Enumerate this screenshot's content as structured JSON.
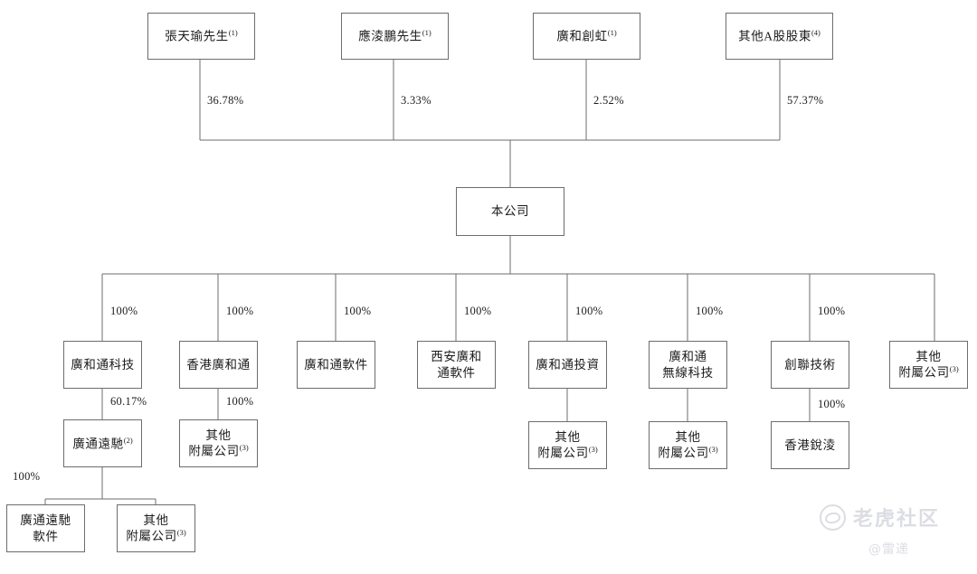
{
  "diagram": {
    "title": "Shareholding and corporate structure chart",
    "line_color": "#6c6c72",
    "text_color": "#1b1b1b",
    "watermark": {
      "logo_icon": "tiger-logo-icon",
      "brand": "老虎社区",
      "handle": "@雷递"
    },
    "levels": {
      "shareholders": [
        {
          "id": "sh1",
          "label": "張天瑜先生",
          "note": "(1)",
          "pct": "36.78%"
        },
        {
          "id": "sh2",
          "label": "應淩鵬先生",
          "note": "(1)",
          "pct": "3.33%"
        },
        {
          "id": "sh3",
          "label": "廣和創虹",
          "note": "(1)",
          "pct": "2.52%"
        },
        {
          "id": "sh4",
          "label": "其他A股股東",
          "note": "(4)",
          "pct": "57.37%"
        }
      ],
      "company": {
        "id": "co",
        "label": "本公司"
      },
      "subsidiaries": [
        {
          "id": "s1",
          "line1": "廣和通科技",
          "line2": "",
          "note": "",
          "pct": "100%"
        },
        {
          "id": "s2",
          "line1": "香港廣和通",
          "line2": "",
          "note": "",
          "pct": "100%"
        },
        {
          "id": "s3",
          "line1": "廣和通軟件",
          "line2": "",
          "note": "",
          "pct": "100%"
        },
        {
          "id": "s4",
          "line1": "西安廣和",
          "line2": "通軟件",
          "note": "",
          "pct": "100%"
        },
        {
          "id": "s5",
          "line1": "廣和通投資",
          "line2": "",
          "note": "",
          "pct": "100%"
        },
        {
          "id": "s6",
          "line1": "廣和通",
          "line2": "無線科技",
          "note": "",
          "pct": "100%"
        },
        {
          "id": "s7",
          "line1": "創聯技術",
          "line2": "",
          "note": "",
          "pct": "100%"
        },
        {
          "id": "s8",
          "line1": "其他",
          "line2": "附屬公司",
          "note": "(3)",
          "pct": ""
        }
      ],
      "third_level": [
        {
          "id": "t1",
          "parent": "s1",
          "line1": "廣通遠馳",
          "line2": "",
          "note": "(2)",
          "pct": "60.17%"
        },
        {
          "id": "t2",
          "parent": "s2",
          "line1": "其他",
          "line2": "附屬公司",
          "note": "(3)",
          "pct": "100%"
        },
        {
          "id": "t3",
          "parent": "s5",
          "line1": "其他",
          "line2": "附屬公司",
          "note": "(3)",
          "pct": ""
        },
        {
          "id": "t4",
          "parent": "s6",
          "line1": "其他",
          "line2": "附屬公司",
          "note": "(3)",
          "pct": ""
        },
        {
          "id": "t5",
          "parent": "s7",
          "line1": "香港銳淩",
          "line2": "",
          "note": "",
          "pct": "100%"
        }
      ],
      "fourth_level": [
        {
          "id": "f1",
          "parent": "t1",
          "line1": "廣通遠馳",
          "line2": "軟件",
          "note": "",
          "pct": "100%"
        },
        {
          "id": "f2",
          "parent": "t1",
          "line1": "其他",
          "line2": "附屬公司",
          "note": "(3)",
          "pct": ""
        }
      ]
    }
  }
}
